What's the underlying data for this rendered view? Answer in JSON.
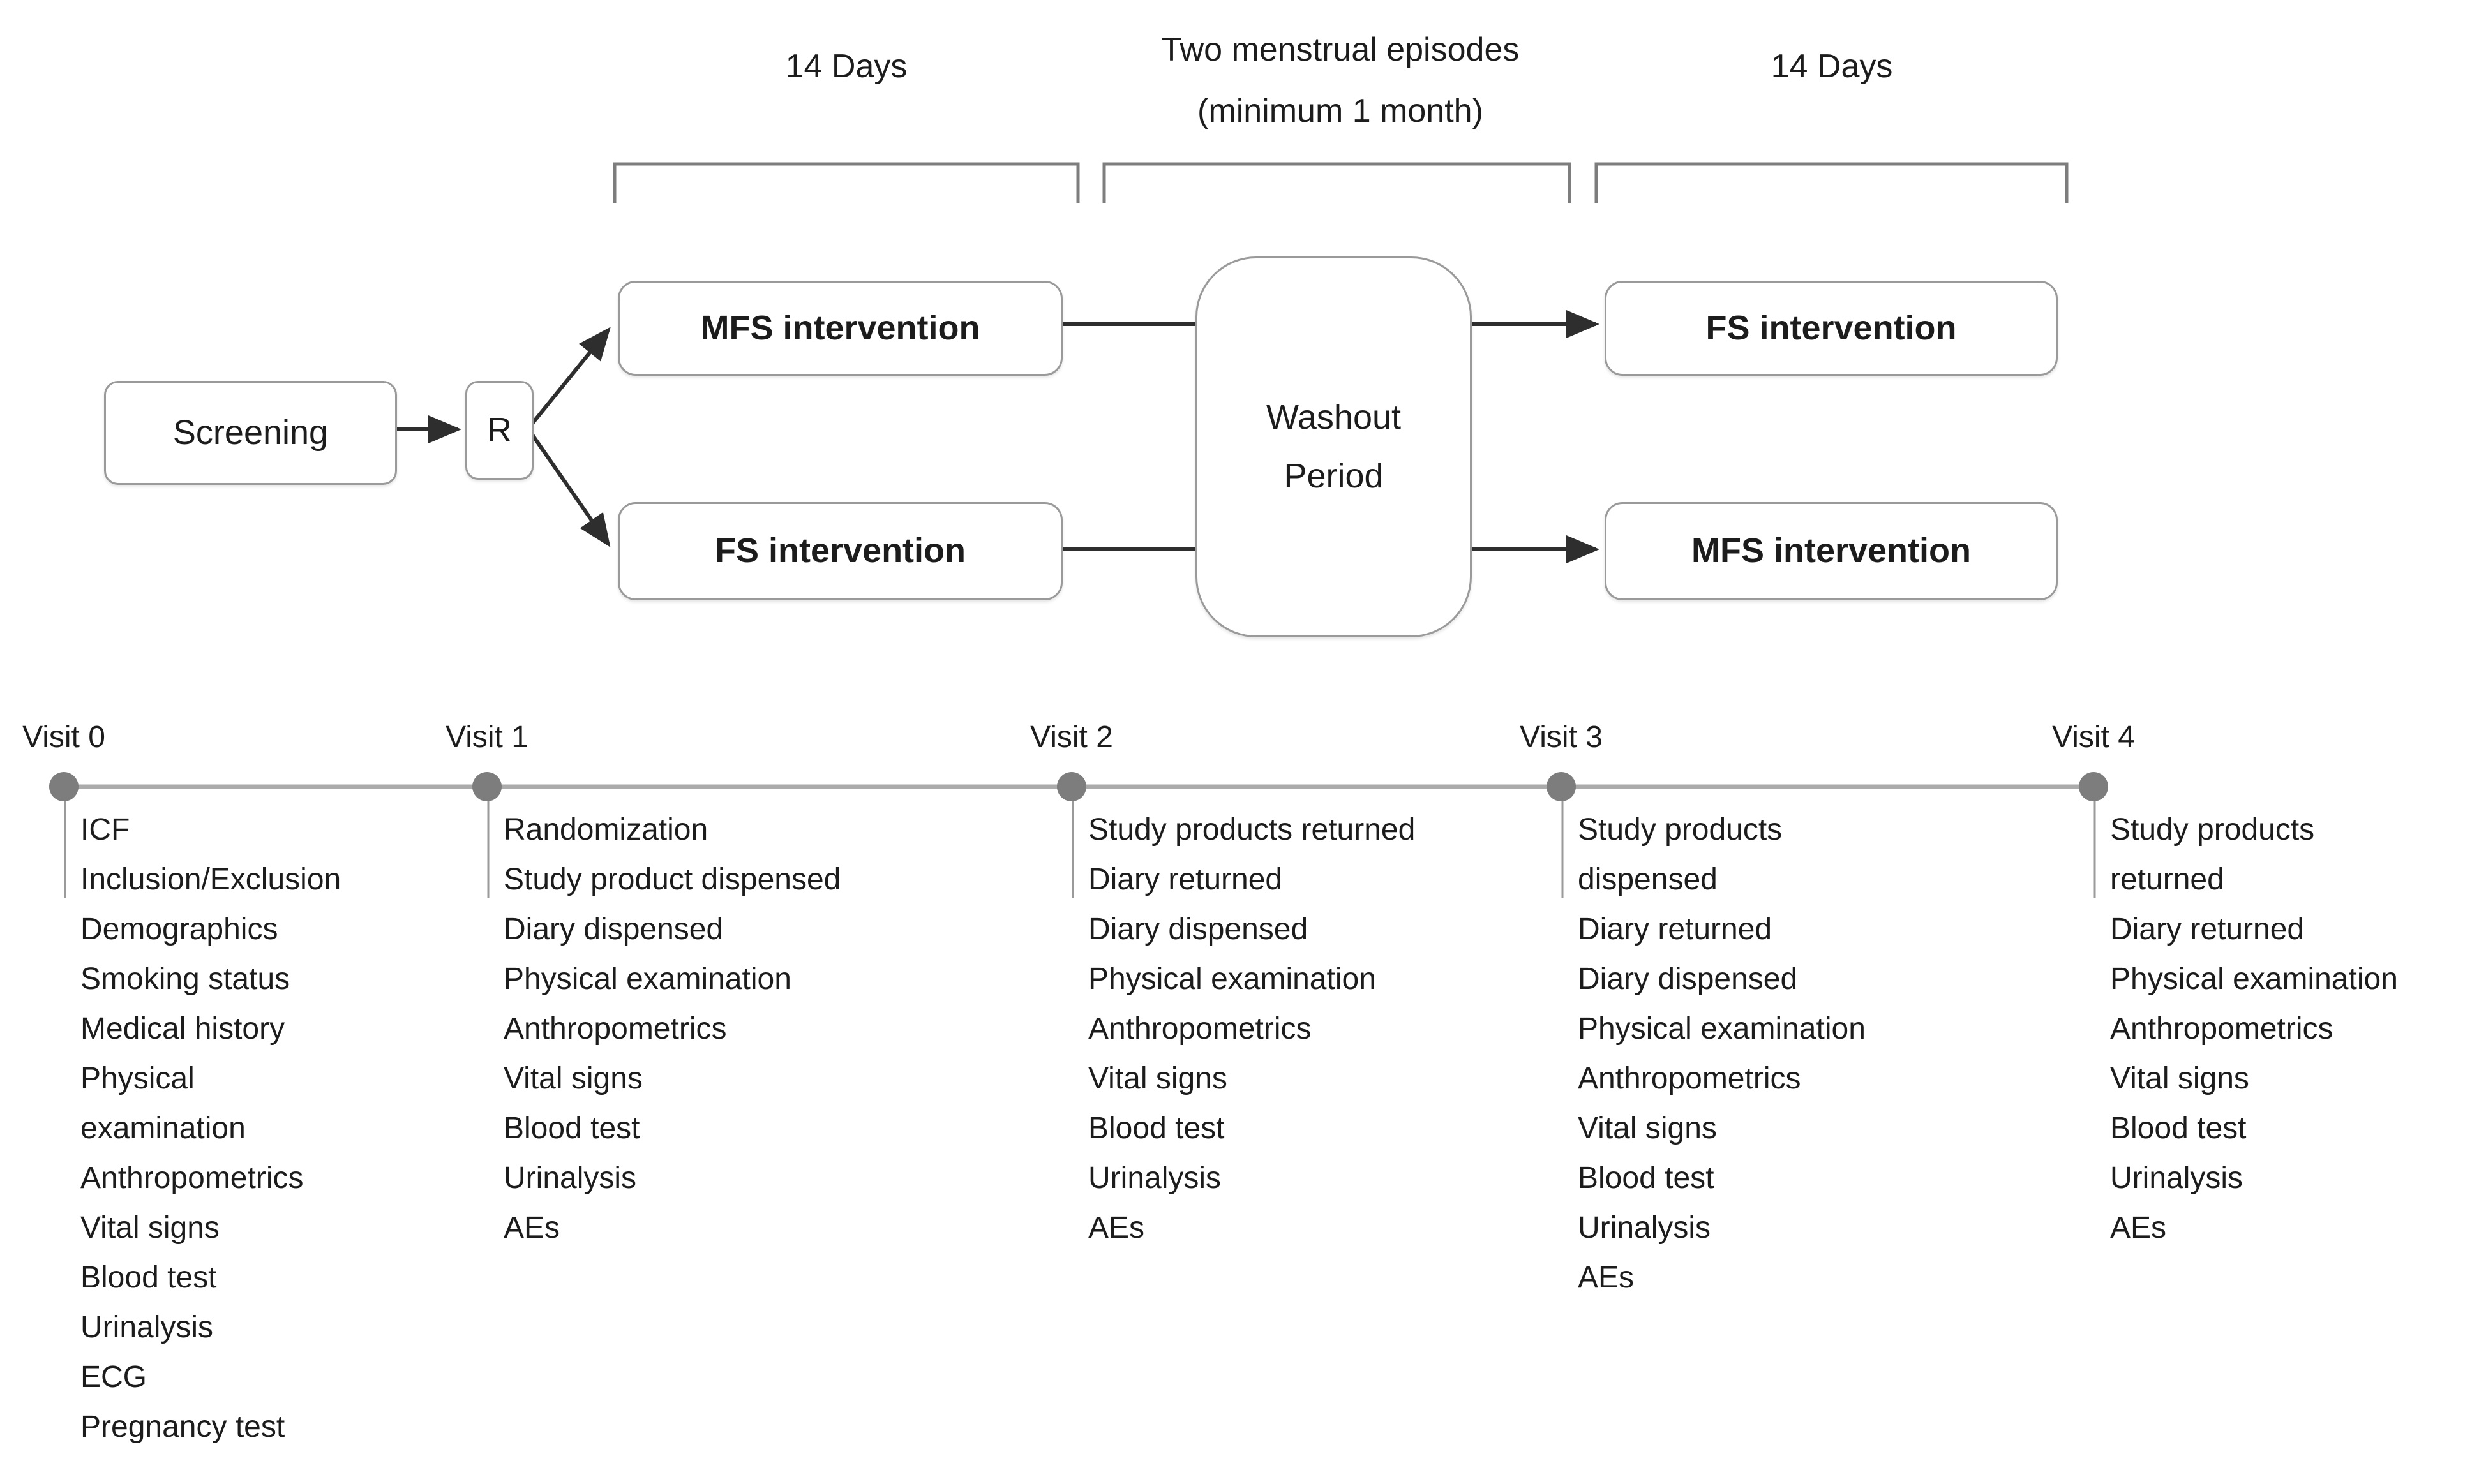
{
  "figure": {
    "phase_labels": {
      "phase1": "14 Days",
      "washout_line1": "Two menstrual episodes",
      "washout_line2": "(minimum 1 month)",
      "phase2": "14 Days"
    },
    "flowchart": {
      "screening": "Screening",
      "randomization": "R",
      "arm_top_phase1": "MFS intervention",
      "arm_bottom_phase1": "FS intervention",
      "washout_line1": "Washout",
      "washout_line2": "Period",
      "arm_top_phase2": "FS intervention",
      "arm_bottom_phase2": "MFS intervention"
    },
    "timeline": {
      "visits": [
        {
          "label": "Visit 0",
          "activities": [
            "ICF",
            "Inclusion/Exclusion",
            "Demographics",
            "Smoking status",
            "Medical history",
            "Physical",
            "examination",
            "Anthropometrics",
            "Vital signs",
            "Blood test",
            "Urinalysis",
            "ECG",
            "Pregnancy test"
          ]
        },
        {
          "label": "Visit 1",
          "activities": [
            "Randomization",
            "Study product dispensed",
            "Diary dispensed",
            "Physical examination",
            "Anthropometrics",
            "Vital signs",
            "Blood test",
            "Urinalysis",
            "AEs"
          ]
        },
        {
          "label": "Visit 2",
          "activities": [
            "Study products returned",
            "Diary returned",
            "Diary dispensed",
            "Physical examination",
            "Anthropometrics",
            "Vital signs",
            "Blood test",
            "Urinalysis",
            "AEs"
          ]
        },
        {
          "label": "Visit 3",
          "activities": [
            "Study products",
            "dispensed",
            "Diary returned",
            "Diary dispensed",
            "Physical examination",
            "Anthropometrics",
            "Vital signs",
            "Blood test",
            "Urinalysis",
            "AEs"
          ]
        },
        {
          "label": "Visit 4",
          "activities": [
            "Study products",
            "returned",
            "Diary returned",
            "Physical examination",
            "Anthropometrics",
            "Vital signs",
            "Blood test",
            "Urinalysis",
            "AEs"
          ]
        }
      ]
    },
    "colors": {
      "text": "#1c1c1c",
      "box_border": "#9a9a9a",
      "box_fill": "#ffffff",
      "connector": "#2e2e2e",
      "bracket": "#7d7d7d",
      "timeline_line": "#ababab",
      "timeline_dot": "#7d7d7d"
    }
  }
}
